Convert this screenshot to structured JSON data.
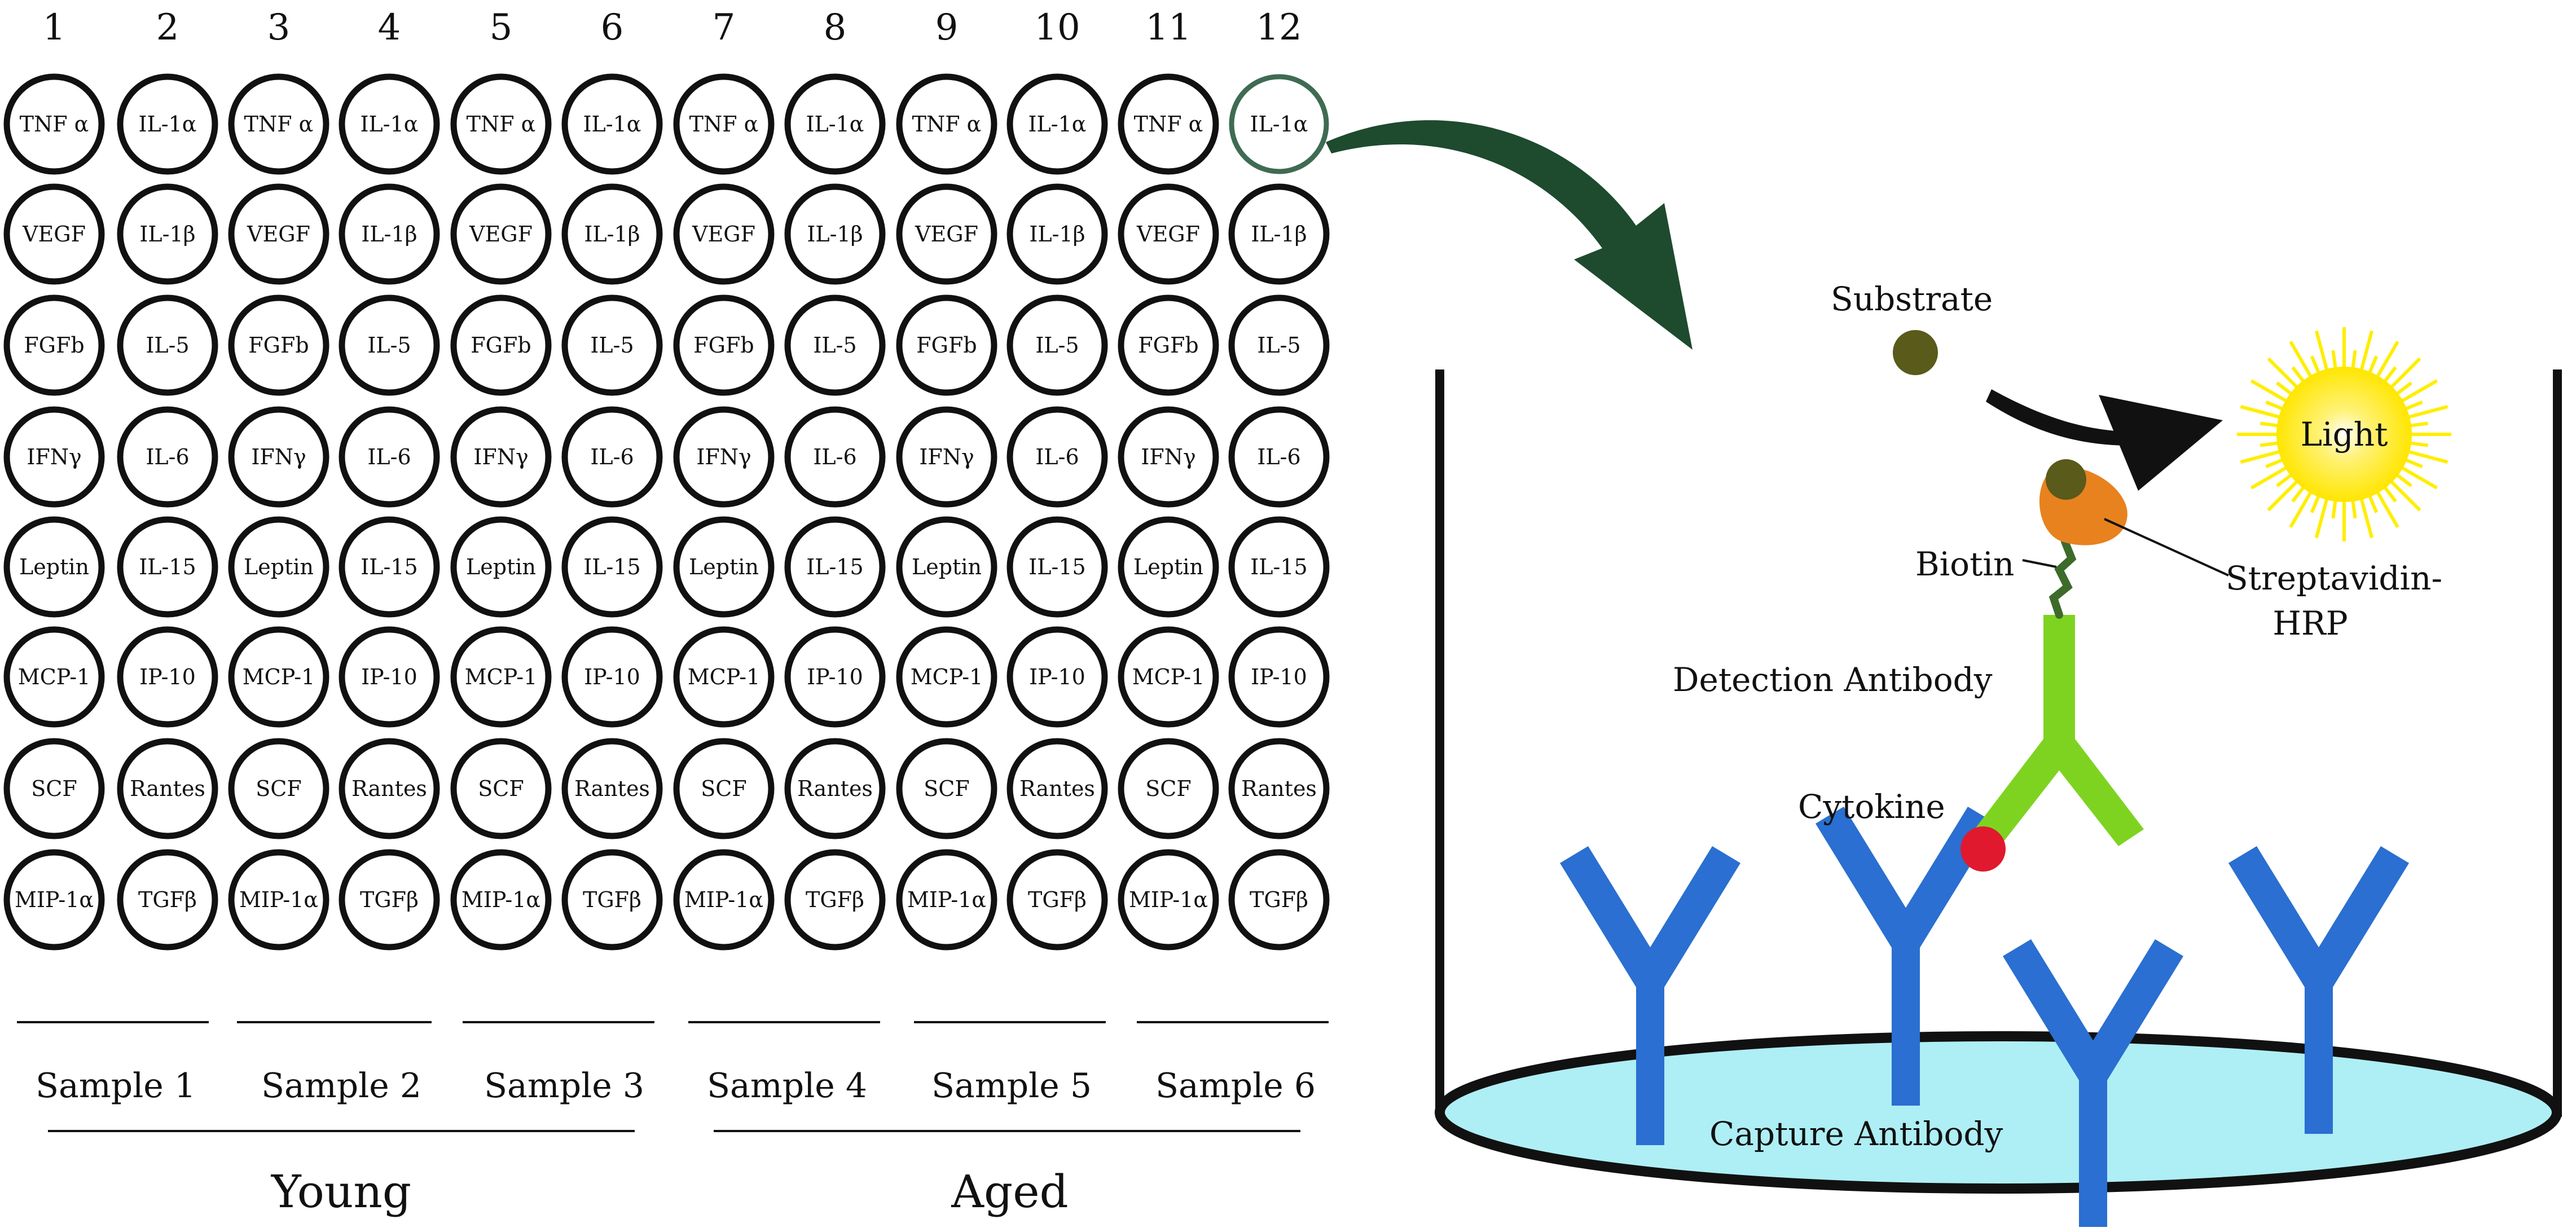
{
  "plate": {
    "columns": [
      "1",
      "2",
      "3",
      "4",
      "5",
      "6",
      "7",
      "8",
      "9",
      "10",
      "11",
      "12"
    ],
    "odd_column_analytes": [
      "TNF α",
      "VEGF",
      "FGFb",
      "IFNγ",
      "Leptin",
      "MCP-1",
      "SCF",
      "MIP-1α"
    ],
    "even_column_analytes": [
      "IL-1α",
      "IL-1β",
      "IL-5",
      "IL-6",
      "IL-15",
      "IP-10",
      "Rantes",
      "TGFβ"
    ],
    "samples": [
      "Sample 1",
      "Sample 2",
      "Sample 3",
      "Sample 4",
      "Sample 5",
      "Sample 6"
    ],
    "groups": [
      "Young",
      "Aged"
    ],
    "highlight_color": "#3f6b52"
  },
  "diagram": {
    "substrate": "Substrate",
    "light": "Light",
    "biotin": "Biotin",
    "streptavidin_line1": "Streptavidin-",
    "streptavidin_line2": "HRP",
    "detection_antibody": "Detection Antibody",
    "cytokine": "Cytokine",
    "capture_antibody": "Capture Antibody",
    "colors": {
      "arrow": "#1e4a2e",
      "capture_antibody": "#2a6fd1",
      "detection_antibody": "#7ed321",
      "cytokine": "#e0192e",
      "hrp": "#e8821f",
      "substrate": "#5a5a1a",
      "light": "#ffee00",
      "well_floor": "#aeeef5"
    }
  }
}
